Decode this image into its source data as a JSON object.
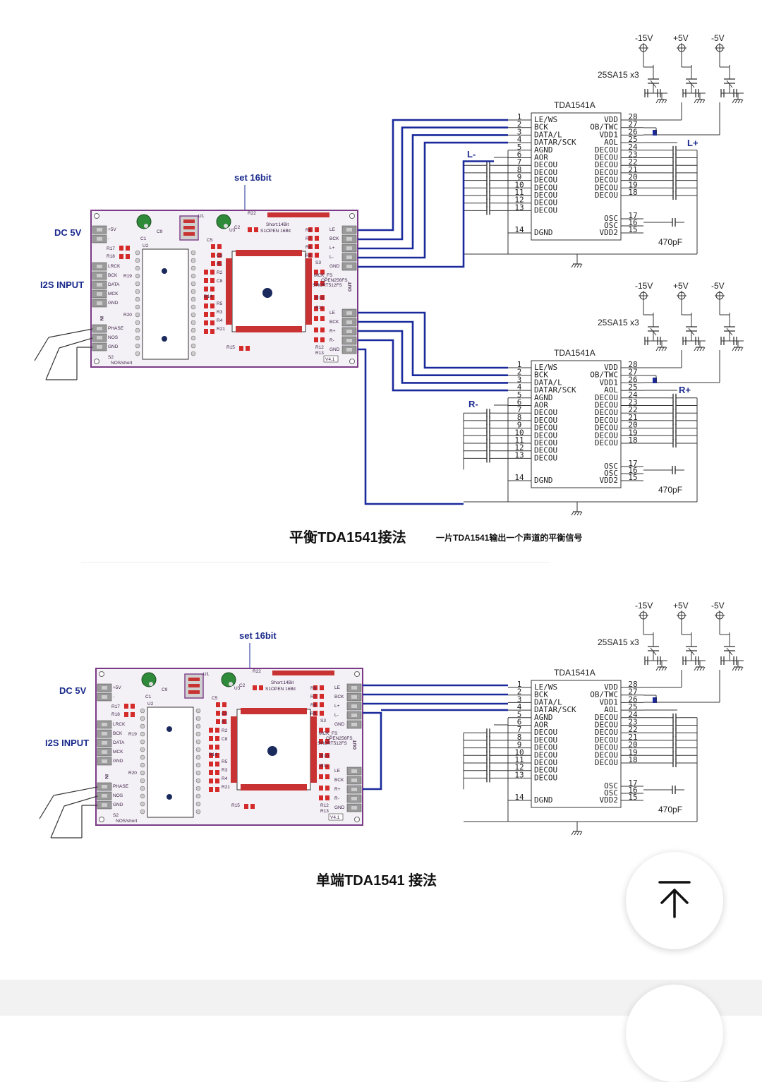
{
  "chip": {
    "name": "TDA1541A",
    "left_pins": [
      {
        "num": "1",
        "name": "LE/WS"
      },
      {
        "num": "2",
        "name": "BCK"
      },
      {
        "num": "3",
        "name": "DATA/L"
      },
      {
        "num": "4",
        "name": "DATAR/SCK"
      },
      {
        "num": "5",
        "name": "AGND"
      },
      {
        "num": "6",
        "name": "AOR"
      },
      {
        "num": "7",
        "name": "DECOU"
      },
      {
        "num": "8",
        "name": "DECOU"
      },
      {
        "num": "9",
        "name": "DECOU"
      },
      {
        "num": "10",
        "name": "DECOU"
      },
      {
        "num": "11",
        "name": "DECOU"
      },
      {
        "num": "12",
        "name": "DECOU"
      },
      {
        "num": "13",
        "name": "DECOU"
      },
      {
        "num": "14",
        "name": "DGND"
      }
    ],
    "right_pins": [
      {
        "num": "28",
        "name": "VDD"
      },
      {
        "num": "27",
        "name": "OB/TWC"
      },
      {
        "num": "26",
        "name": "VDD1"
      },
      {
        "num": "25",
        "name": "AOL"
      },
      {
        "num": "24",
        "name": "DECOU"
      },
      {
        "num": "23",
        "name": "DECOU"
      },
      {
        "num": "22",
        "name": "DECOU"
      },
      {
        "num": "21",
        "name": "DECOU"
      },
      {
        "num": "20",
        "name": "DECOU"
      },
      {
        "num": "19",
        "name": "DECOU"
      },
      {
        "num": "18",
        "name": "DECOU"
      },
      {
        "num": "17",
        "name": "OSC"
      },
      {
        "num": "16",
        "name": "OSC"
      },
      {
        "num": "15",
        "name": "VDD2"
      }
    ],
    "supplies": [
      "-15V",
      "+5V",
      "-5V"
    ],
    "regulator_label": "25SA15 x3",
    "osc_cap": "470pF"
  },
  "pcb": {
    "set_label": "set 16bit",
    "dc_label": "DC 5V",
    "i2s_label": "I2S INPUT",
    "in_label": "IN",
    "out_label": "OUT",
    "short_label": "Short:14Bit",
    "open_label": "S1OPEN 16Bit",
    "mck_label": "MCK_FS",
    "open256": "OPEN256FS",
    "short512": "SHORT512FS",
    "version": "V4.1",
    "nos_label": "NOS/short",
    "left_pins": [
      "LRCK",
      "BCK",
      "DATA",
      "MCK",
      "GND"
    ],
    "phase_pins": [
      "PHASE",
      "NOS",
      "GND"
    ],
    "out_pins_1": [
      "LE",
      "BCK",
      "L+",
      "L-",
      "GND"
    ],
    "out_pins_2": [
      "LE",
      "BCK",
      "R+",
      "R-",
      "GND"
    ],
    "power_pins": [
      "+5V",
      "-"
    ],
    "comp_labels": [
      "U1",
      "C1",
      "C2",
      "C9",
      "U2",
      "R17",
      "R18",
      "R19",
      "R20",
      "C5",
      "C3",
      "R1",
      "R2",
      "C8",
      "R14",
      "R5",
      "R3",
      "R4",
      "R21",
      "R22",
      "R6",
      "R7",
      "R8",
      "R9",
      "S3",
      "R10",
      "R11",
      "R12",
      "R13",
      "S2",
      "R15",
      "U3"
    ]
  },
  "balanced": {
    "left_out_pos": "L+",
    "left_out_neg": "L-",
    "right_out_pos": "R+",
    "right_out_neg": "R-",
    "caption": "平衡TDA1541接法",
    "subcaption": "一片TDA1541输出一个声道的平衡信号"
  },
  "single": {
    "caption": "单端TDA1541 接法"
  },
  "ui": {
    "scroll_top_icon": "arrow-up-to-top-icon"
  }
}
